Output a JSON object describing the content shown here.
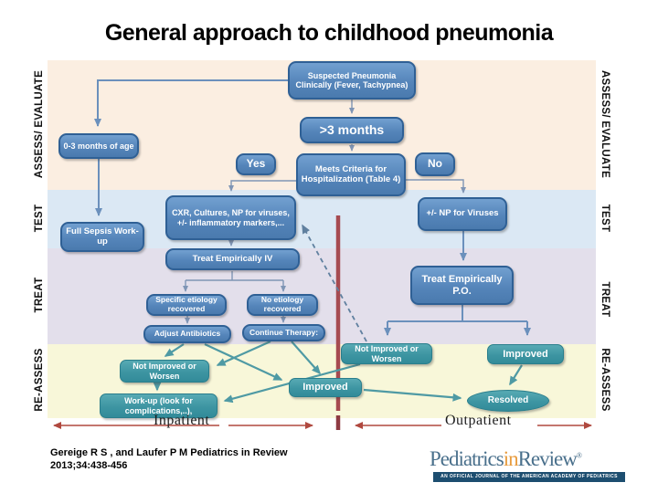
{
  "title": "General approach to childhood pneumonia",
  "side_labels": {
    "assess": "ASSESS/ EVALUATE",
    "test": "TEST",
    "treat": "TREAT",
    "reassess": "RE-ASSESS"
  },
  "nodes": {
    "suspected": "Suspected Pneumonia Clinically (Fever, Tachypnea)",
    "age_0_3": "0-3 months of age",
    "age_gt_3": ">3 months",
    "yes": "Yes",
    "no": "No",
    "meets_criteria": "Meets Criteria for Hospitalization (Table 4)",
    "full_sepsis": "Full Sepsis Work-up",
    "cxr": "CXR, Cultures, NP for viruses, +/- inflammatory markers,...",
    "np_viruses": "+/- NP for Viruses",
    "treat_iv": "Treat Empirically IV",
    "treat_po": "Treat Empirically P.O.",
    "specific_etiology": "Specific etiology recovered",
    "no_etiology": "No etiology recovered",
    "adjust_antibiotics": "Adjust Antibiotics",
    "continue_therapy": "Continue Therapy:",
    "not_improved_inpatient": "Not Improved or Worsen",
    "not_improved_outpatient": "Not Improved or Worsen",
    "improved_inpatient": "Improved",
    "improved_outpatient": "Improved",
    "workup": "Work-up (look for complications,..),",
    "resolved": "Resolved"
  },
  "bottom_labels": {
    "inpatient": "Inpatient",
    "outpatient": "Outpatient"
  },
  "citation": {
    "line1": "Gereige R S , and Laufer P M Pediatrics in Review",
    "line2": "2013;34:438-456"
  },
  "logo": {
    "pediatrics": "Pediatrics",
    "in": "in",
    "review": "Review",
    "registered": "®",
    "tagline": "AN OFFICIAL JOURNAL OF THE AMERICAN ACADEMY OF PEDIATRICS"
  },
  "colors": {
    "band_assess": "#fbeee1",
    "band_test": "#dbe8f4",
    "band_treat": "#e3dfeb",
    "band_reassess": "#f8f7d9",
    "box_blue": "#5585ba",
    "box_blue_border": "#2f6095",
    "box_teal": "#3d95a2",
    "divider_red": "#a64a50",
    "arrow_teal": "#4f9aa4",
    "arrow_blue": "#6b90bc",
    "logo_blue": "#4a708c",
    "logo_orange": "#e89c3f",
    "logo_bar": "#1d4e70"
  }
}
